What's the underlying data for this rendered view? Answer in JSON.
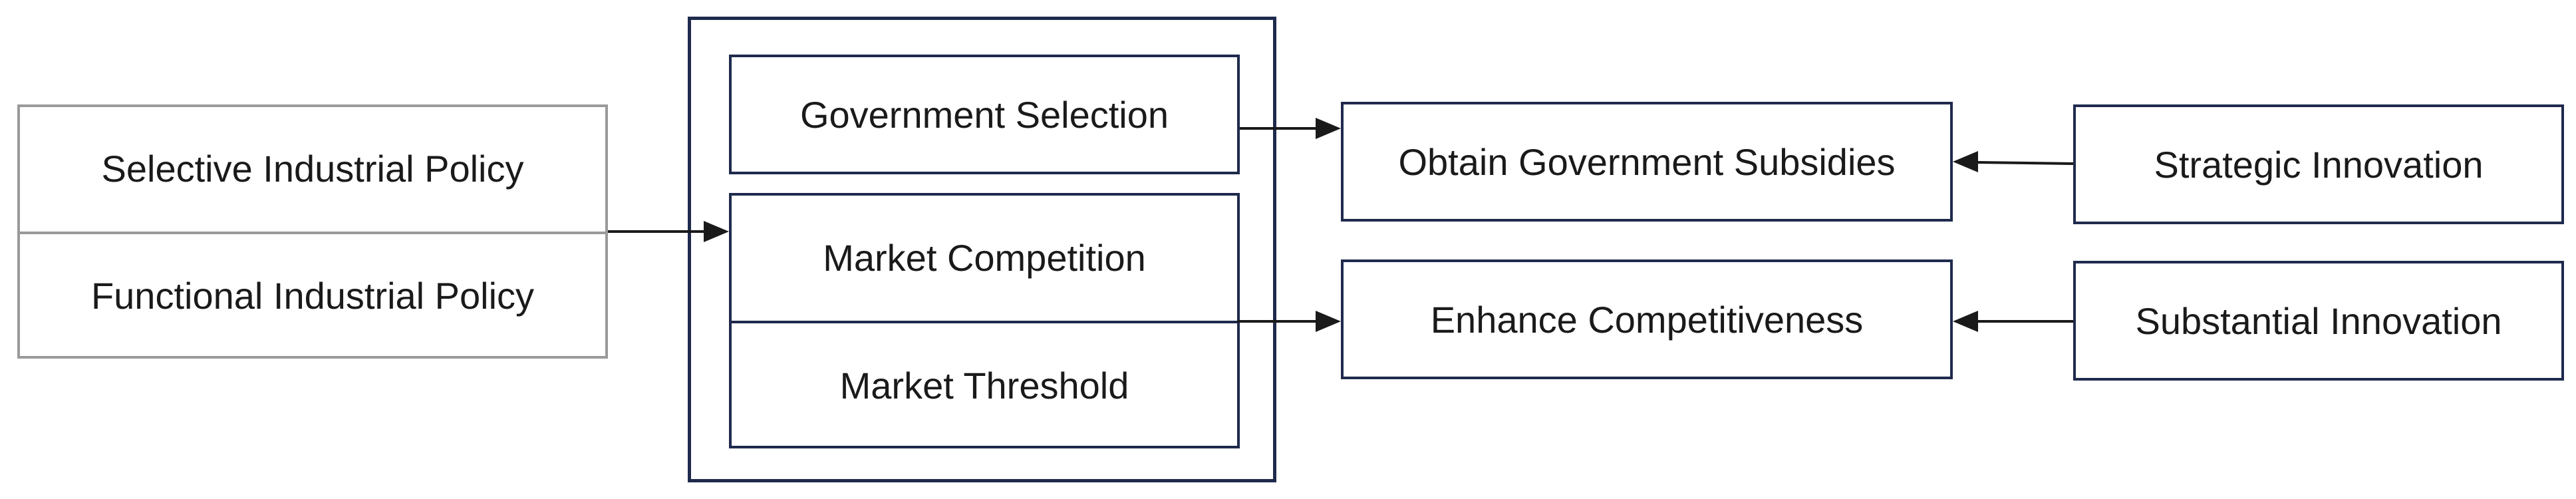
{
  "policies": {
    "selective": "Selective Industrial Policy",
    "functional": "Functional Industrial Policy"
  },
  "mechanisms": {
    "government_selection": "Government Selection",
    "market_competition": "Market Competition",
    "market_threshold": "Market Threshold"
  },
  "outcomes": {
    "obtain_subsidies": "Obtain Government Subsidies",
    "enhance_competitiveness": "Enhance Competitiveness"
  },
  "innovation": {
    "strategic": "Strategic Innovation",
    "substantial": "Substantial Innovation"
  },
  "colors": {
    "grey_border": "#9a9a9a",
    "navy_border": "#1f2a4d",
    "arrow": "#1a1a1a"
  }
}
